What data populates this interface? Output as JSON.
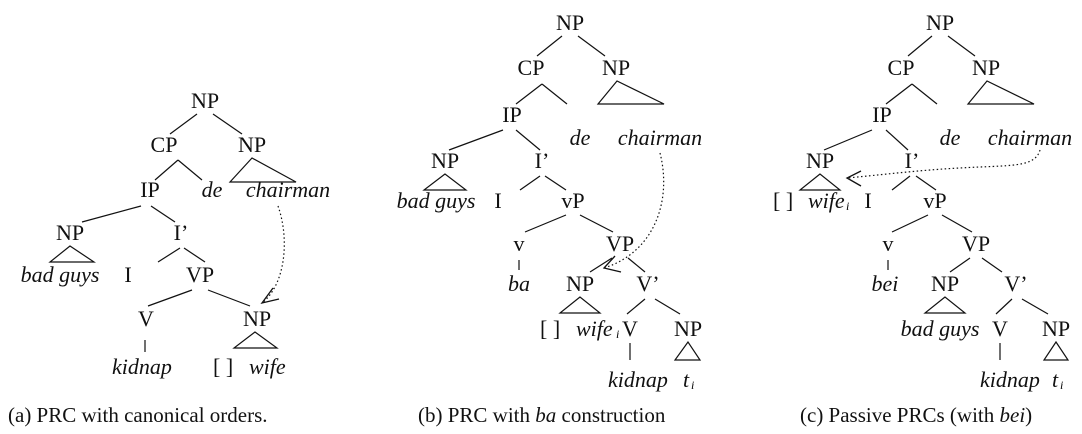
{
  "tree_a": {
    "np_root": "NP",
    "cp": "CP",
    "np_head": "NP",
    "ip": "IP",
    "de": "de",
    "chairman": "chairman",
    "np_subj": "NP",
    "i_bar": "I’",
    "bad_guys": "bad guys",
    "i": "I",
    "vp": "VP",
    "v": "V",
    "np_obj": "NP",
    "kidnap": "kidnap",
    "gap": "[ ]",
    "wife": "wife",
    "caption": "(a) PRC with canonical orders."
  },
  "tree_b": {
    "np_root": "NP",
    "cp": "CP",
    "np_head": "NP",
    "ip": "IP",
    "de": "de",
    "chairman": "chairman",
    "np_subj": "NP",
    "i_bar": "I’",
    "bad_guys": "bad guys",
    "i": "I",
    "vp_small": "vP",
    "v_small": "v",
    "vp": "VP",
    "ba": "ba",
    "np_obj": "NP",
    "v_bar": "V’",
    "gap": "[ ]",
    "wife": "wife",
    "sub_i": "i",
    "v": "V",
    "np_trace": "NP",
    "kidnap": "kidnap",
    "trace": "t",
    "trace_sub": "i",
    "caption_pre": "(b) PRC with ",
    "caption_it": "ba",
    "caption_post": " construction"
  },
  "tree_c": {
    "np_root": "NP",
    "cp": "CP",
    "np_head": "NP",
    "ip": "IP",
    "de": "de",
    "chairman": "chairman",
    "np_subj": "NP",
    "i_bar": "I’",
    "gap": "[ ]",
    "wife": "wife",
    "sub_i": "i",
    "i": "I",
    "vp_small": "vP",
    "v_small": "v",
    "vp": "VP",
    "bei": "bei",
    "np_agent": "NP",
    "v_bar": "V’",
    "bad_guys": "bad guys",
    "v": "V",
    "np_trace": "NP",
    "kidnap": "kidnap",
    "trace": "t",
    "trace_sub": "i",
    "caption_pre": "(c) Passive PRCs (with ",
    "caption_it": "bei",
    "caption_post": ")"
  }
}
